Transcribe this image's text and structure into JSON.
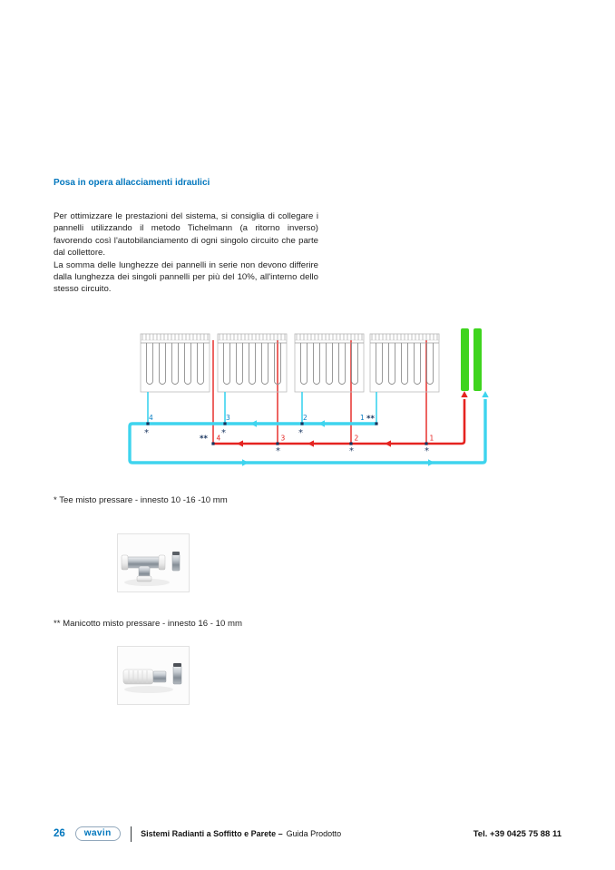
{
  "document": {
    "heading": "Posa in opera allacciamenti idraulici",
    "paragraphs": [
      "Per ottimizzare le prestazioni del sistema, si consiglia di collegare i pannelli utilizzando il metodo Tichelmann (a ritorno inverso) favorendo così l'autobilanciamento di ogni singolo circuito che parte dal collettore.",
      "La somma delle lunghezze dei pannelli in serie non devono differire dalla lunghezza dei singoli pannelli per più del 10%, all'interno dello stesso circuito."
    ]
  },
  "diagram": {
    "supply_color": "#e52320",
    "return_color": "#3ed4ee",
    "manifold_color": "#3ed41e",
    "return_line_numbers": [
      "4",
      "3",
      "2",
      "1"
    ],
    "supply_line_numbers": [
      "4",
      "3",
      "2",
      "1"
    ],
    "tee_mark": "*",
    "coupling_mark": "**"
  },
  "captions": {
    "tee": "* Tee misto pressare - innesto 10 -16 -10 mm",
    "coupling": "** Manicotto misto pressare - innesto 16 - 10 mm"
  },
  "footer": {
    "page_number": "26",
    "brand": "wavin",
    "title_bold": "Sistemi Radianti a Soffitto e Parete –",
    "title_regular": "Guida Prodotto",
    "phone": "Tel. +39 0425 75 88 11"
  }
}
